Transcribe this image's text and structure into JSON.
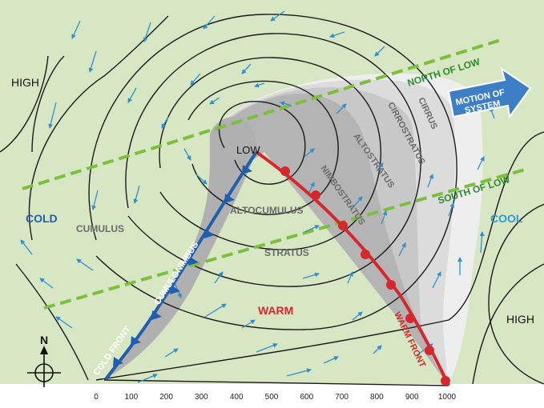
{
  "labels": {
    "high_left": "HIGH",
    "high_right": "HIGH",
    "low": "LOW",
    "cold": "COLD",
    "cool": "COOL",
    "warm": "WARM",
    "cumulus": "CUMULUS",
    "altocumulus": "ALTOCUMULUS",
    "stratus": "STRATUS",
    "nimbostratus": "NIMBOSTRATUS",
    "altostratus": "ALTOSTRATUS",
    "cirrostratus": "CIRROSTRATUS",
    "cirrus": "CIRRUS",
    "cumulonimbus": "CUMULONIMBUS",
    "cold_front": "COLD FRONT",
    "warm_front": "WARM FRONT",
    "north_of_low": "NORTH OF LOW",
    "south_of_low": "SOUTH OF LOW",
    "motion_line1": "MOTION OF",
    "motion_line2": "SYSTEM",
    "compass_north": "N"
  },
  "scale_ticks": [
    "0",
    "100",
    "200",
    "300",
    "400",
    "500",
    "600",
    "700",
    "800",
    "900",
    "1000"
  ],
  "colors": {
    "background": "#d8e7c3",
    "cold_front": "#1f5fae",
    "warm_front": "#d6282c",
    "wind_arrow": "#2d8fd2",
    "dashed_line": "#7cbf3c",
    "green_text": "#2e8a2e",
    "cloud_text": "#6a6a6a",
    "cool_text": "#2d9ad8",
    "motion_arrow": "#3d7fc6"
  }
}
